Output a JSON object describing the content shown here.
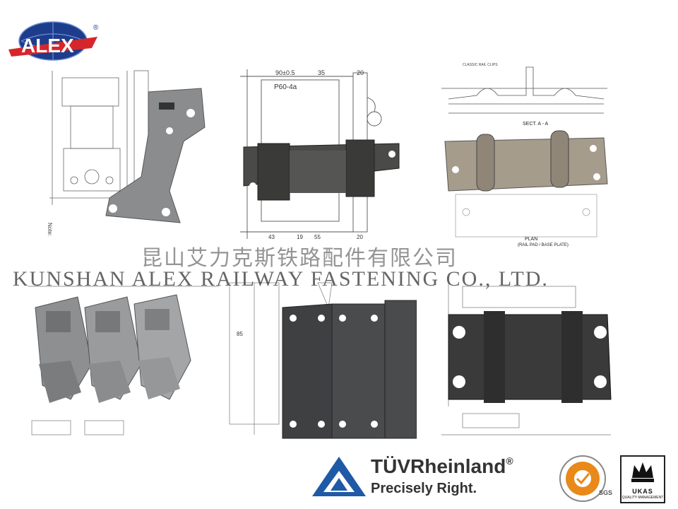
{
  "brand": {
    "logo_text": "ALEX",
    "registered": "®"
  },
  "watermark": {
    "chinese": "昆山艾力克斯铁路配件有限公司",
    "english": "KUNSHAN ALEX RAILWAY FASTENING CO., LTD."
  },
  "drawings": {
    "plate_number": "P60-4a",
    "dims_top": [
      "90±0.5",
      "35",
      "20"
    ],
    "dims_bottom": [
      "43",
      "19",
      "55",
      "20"
    ],
    "sect_label": "SECT. A - A",
    "plan_label": "PLAN",
    "plan_sub": "(RAIL PAD / BASE PLATE)",
    "classic_label": "CLASSIC RAIL CLIPS",
    "note_label": "Note:",
    "dim_85": "85"
  },
  "certifications": {
    "tuv_name": "TÜVRheinland",
    "tuv_reg": "®",
    "tuv_tagline": "Precisely Right.",
    "sgs_label": "SGS",
    "ukas_label": "UKAS",
    "ukas_sub": "QUALITY MANAGEMENT"
  },
  "colors": {
    "logo_blue": "#1d3d8c",
    "logo_red": "#d7262b",
    "tuv_blue": "#1f5aa6",
    "sgs_orange": "#e8891a",
    "plate_gray": "#8a8c8e",
    "plate_dark": "#3c3c3c"
  }
}
